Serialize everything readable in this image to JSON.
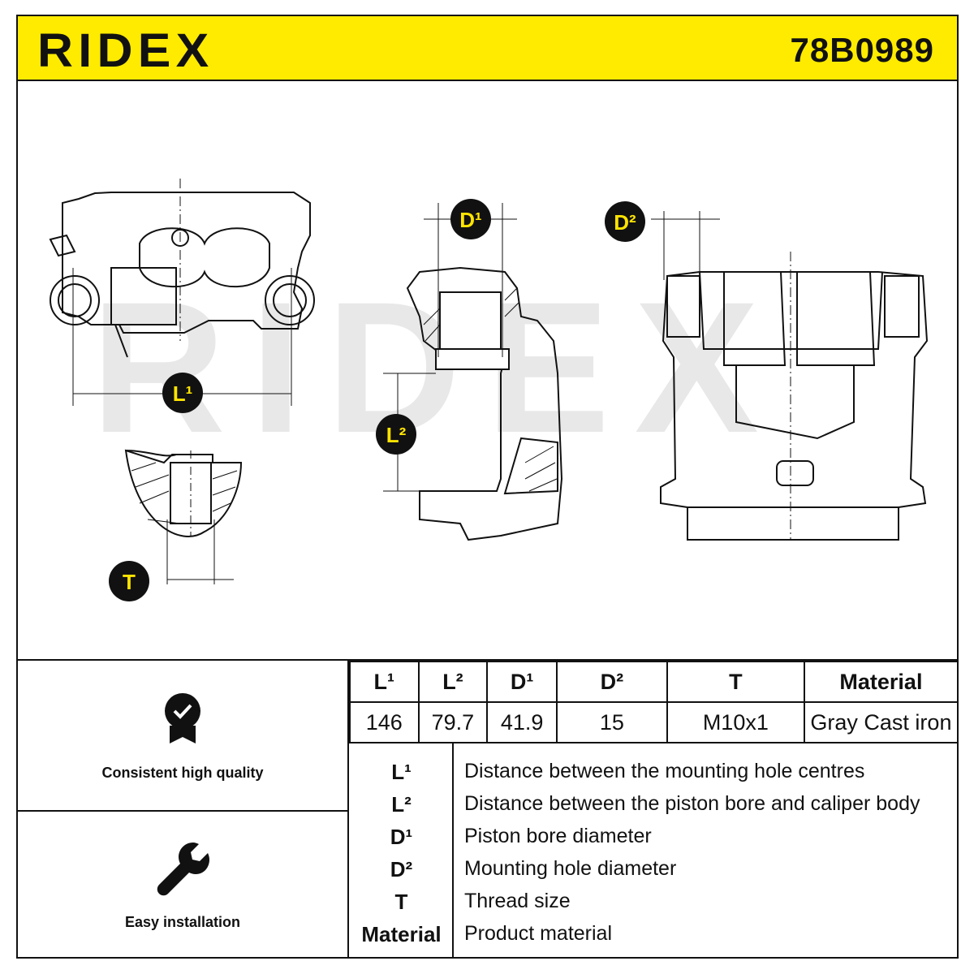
{
  "header": {
    "brand": "RIDEX",
    "part_number": "78B0989"
  },
  "watermark": "RIDEX",
  "diagram_labels": {
    "L1": "L¹",
    "L2": "L²",
    "D1": "D¹",
    "D2": "D²",
    "T": "T"
  },
  "features": [
    {
      "label": "Consistent high quality",
      "icon": "quality-badge-icon"
    },
    {
      "label": "Easy installation",
      "icon": "wrench-icon"
    }
  ],
  "spec_table": {
    "headers": [
      "L¹",
      "L²",
      "D¹",
      "D²",
      "T",
      "Material"
    ],
    "values": [
      "146",
      "79.7",
      "41.9",
      "15",
      "M10x1",
      "Gray Cast iron"
    ]
  },
  "legend": [
    {
      "key": "L¹",
      "desc": "Distance between the mounting hole centres"
    },
    {
      "key": "L²",
      "desc": "Distance between the piston bore and caliper body"
    },
    {
      "key": "D¹",
      "desc": "Piston bore diameter"
    },
    {
      "key": "D²",
      "desc": "Mounting hole diameter"
    },
    {
      "key": "T",
      "desc": "Thread size"
    },
    {
      "key": "Material",
      "desc": "Product material"
    }
  ],
  "colors": {
    "header_yellow": "#ffeb00",
    "badge_black": "#111111",
    "badge_text": "#ffe400",
    "watermark_gray": "#e6e6e6"
  }
}
